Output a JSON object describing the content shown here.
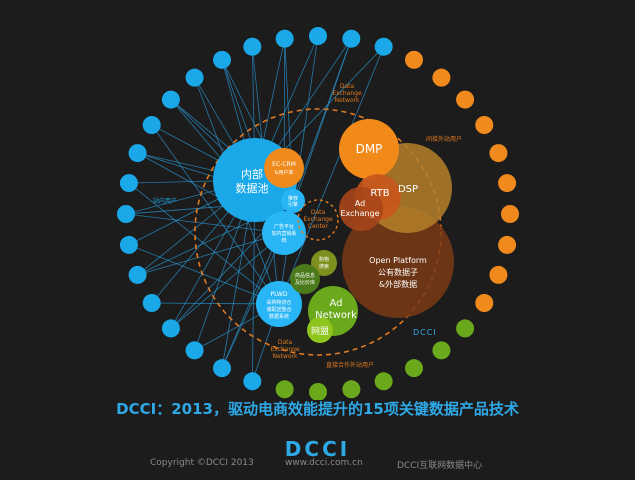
{
  "diagram": {
    "labels": {
      "internal_pool": [
        "内部",
        "数据池"
      ],
      "ec_crm": [
        "EC-CRM",
        "&用户库"
      ],
      "recommend_engine": [
        "推荐",
        "引擎"
      ],
      "ad_platform": [
        "广告平台",
        "加内营销系",
        "统"
      ],
      "plwd": [
        "PLWD",
        "采购物流仓",
        "储配送整合",
        "数据系统"
      ],
      "data_exchange_center": [
        "Data",
        "Exchange",
        "Center"
      ],
      "shopping_search": [
        "购物",
        "搜索"
      ],
      "price_compare": [
        "商品信息",
        "及比价库"
      ],
      "ad_network": [
        "Ad",
        "Network"
      ],
      "alliance": "网盟",
      "dmp": "DMP",
      "rtb": "RTB",
      "dsp": "DSP",
      "ad_exchange": [
        "Ad",
        "Exchange"
      ],
      "open_platform": [
        "Open Platform",
        "公有数据子",
        "&外部数据"
      ],
      "den_top": [
        "Data",
        "Exchange",
        "Network"
      ],
      "den_bottom": [
        "Data",
        "Exchange",
        "Network"
      ],
      "internal_users": "站内用户",
      "indirect_users": "间接外站用户",
      "direct_partner_users": "直接合作外站用户",
      "watermark": "DCCI"
    },
    "colors": {
      "blue": "#1aa8e8",
      "cyan": "#29b6f6",
      "orange": "#f08a1c",
      "dark_orange": "#d2691e",
      "brown": "#8b4a1e",
      "green": "#6aa81c",
      "olive": "#8a9a22",
      "line": "#2a9ad8",
      "background": "#1c1c1c"
    }
  },
  "caption": "DCCI：2013，驱动电商效能提升的15项关键数据产品技术",
  "logo": "DCCI",
  "footer": {
    "copyright": "Copyright ©DCCI 2013",
    "website": "www.dcci.com.cn",
    "center": "DCCI互联网数据中心"
  }
}
